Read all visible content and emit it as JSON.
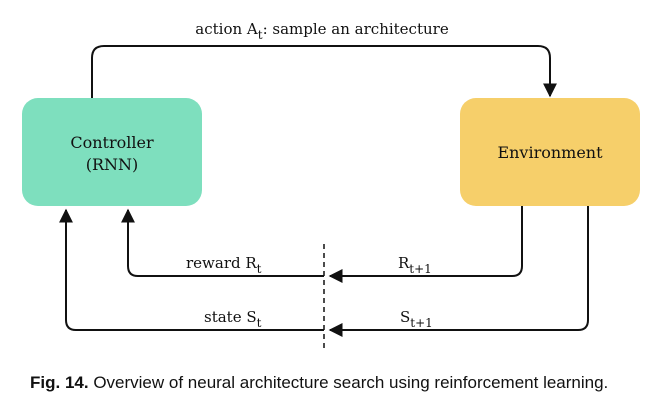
{
  "diagram": {
    "controller": {
      "line1": "Controller",
      "line2": "(RNN)",
      "color": "#7edfbe"
    },
    "environment": {
      "label": "Environment",
      "color": "#f6cf6a"
    },
    "action": {
      "prefix": "action A",
      "sub": "t",
      "suffix": ": sample an architecture"
    },
    "reward": {
      "base": "reward R",
      "sub": "t"
    },
    "reward_next": {
      "base": "R",
      "sub": "t+1"
    },
    "state": {
      "base": "state S",
      "sub": "t"
    },
    "state_next": {
      "base": "S",
      "sub": "t+1"
    }
  },
  "caption": {
    "fig_label": "Fig. 14.",
    "text": "Overview of neural architecture search using reinforcement learning."
  }
}
